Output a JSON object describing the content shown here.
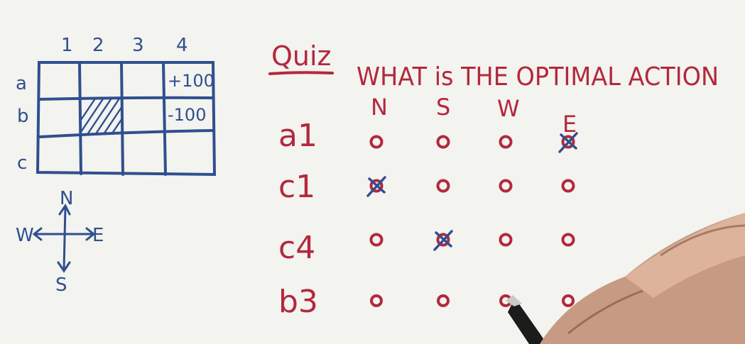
{
  "gridworld": {
    "columns": [
      "1",
      "2",
      "3",
      "4"
    ],
    "rows": [
      "a",
      "b",
      "c"
    ],
    "reward_positive": "+100",
    "reward_negative": "-100",
    "blocked_cell": "b2"
  },
  "compass": {
    "north": "N",
    "south": "S",
    "west": "W",
    "east": "E"
  },
  "quiz": {
    "label": "Quiz",
    "question": "WHAT is THE OPTIMAL ACTION",
    "actions": [
      "N",
      "S",
      "W",
      "E"
    ],
    "rows": [
      {
        "state": "a1",
        "answer": "E"
      },
      {
        "state": "c1",
        "answer": "N"
      },
      {
        "state": "c4",
        "answer": "S"
      },
      {
        "state": "b3",
        "answer": ""
      }
    ]
  },
  "colors": {
    "blue_ink": "#2f4f8f",
    "red_ink": "#b3283d",
    "paper": "#f3f3ef"
  }
}
